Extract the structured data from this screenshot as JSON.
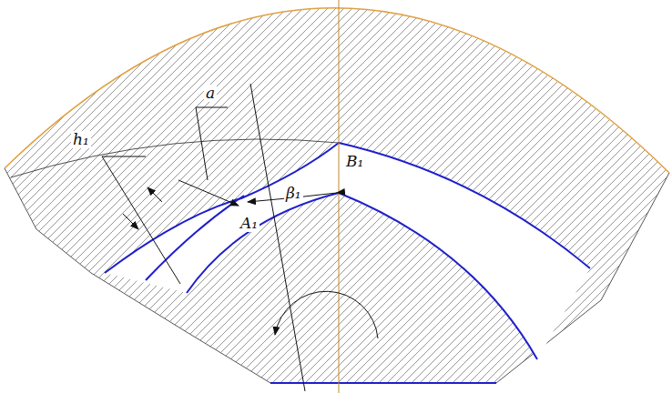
{
  "diagram": {
    "labels": [
      "a",
      "h₁",
      "A₁",
      "β₁",
      "B₁"
    ]
  }
}
